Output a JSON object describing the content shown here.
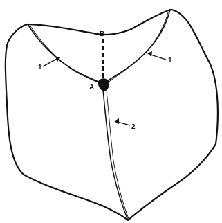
{
  "diagram": {
    "labels": {
      "top_point": "B",
      "junction_point": "A",
      "left_edge_marker": "1",
      "right_edge_marker": "1",
      "lower_edge_marker": "2"
    },
    "colors": {
      "ink": "#111111",
      "background": "#ffffff"
    }
  }
}
